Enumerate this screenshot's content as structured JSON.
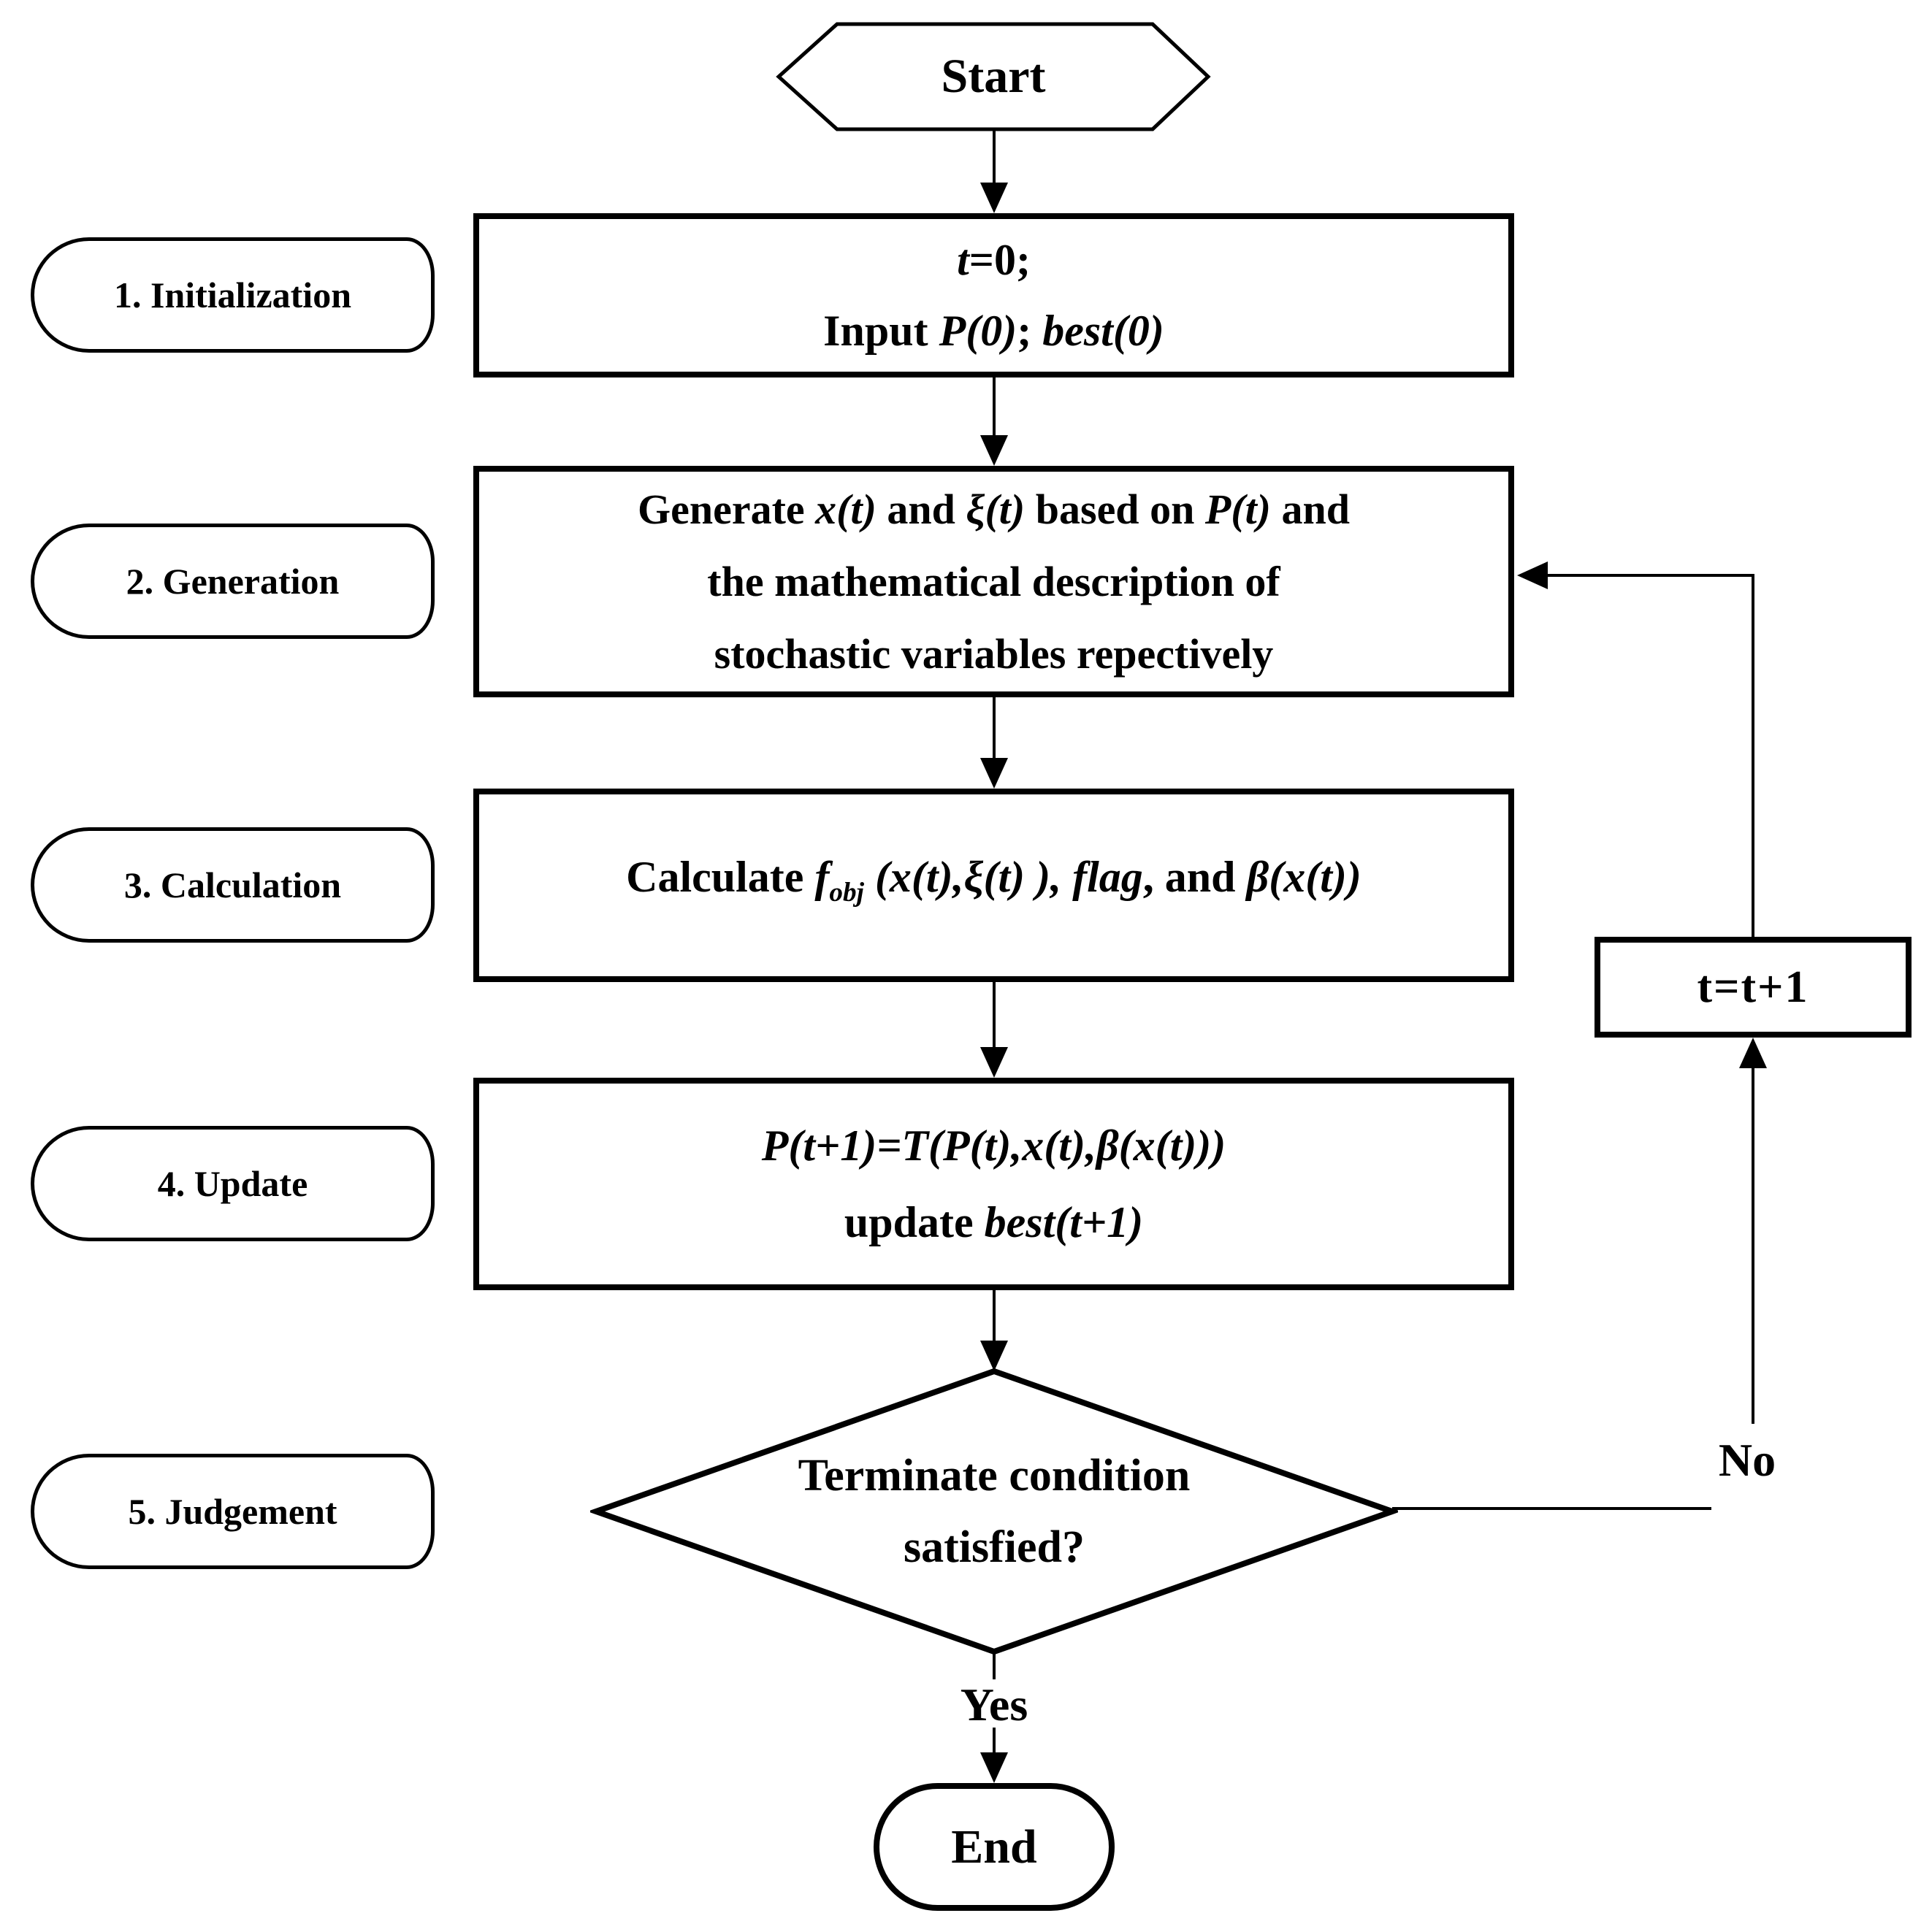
{
  "diagram": {
    "start_label": "Start",
    "end_label": "End",
    "yes_label": "Yes",
    "no_label": "No",
    "increment_label": "t=t+1",
    "line_color": "#000000",
    "background_color": "#ffffff",
    "step_labels": [
      "1. Initialization",
      "2. Generation",
      "3. Calculation",
      "4. Update",
      "5. Judgement"
    ],
    "box1": {
      "line1": [
        {
          "t": "t",
          "i": true
        },
        {
          "t": "=0;"
        }
      ],
      "line2": [
        {
          "t": "Input "
        },
        {
          "t": "P(0)",
          "i": true
        },
        {
          "t": "; "
        },
        {
          "t": "best(0)",
          "i": true
        }
      ]
    },
    "box2": {
      "line1": [
        {
          "t": "Generate "
        },
        {
          "t": "x(t)",
          "i": true
        },
        {
          "t": " and "
        },
        {
          "t": "ξ(t)",
          "i": true
        },
        {
          "t": " based on "
        },
        {
          "t": "P(t)",
          "i": true
        },
        {
          "t": " and"
        }
      ],
      "line2": [
        {
          "t": "the mathematical description of"
        }
      ],
      "line3": [
        {
          "t": "stochastic variables repectively"
        }
      ]
    },
    "box3": {
      "line1": [
        {
          "t": "Calculate "
        },
        {
          "t": "f",
          "i": true
        },
        {
          "t": "obj",
          "i": true,
          "sub": true
        },
        {
          "t": " (x(t),ξ(t) ), ",
          "i": true
        },
        {
          "t": "flag",
          "i": true
        },
        {
          "t": ", and "
        },
        {
          "t": "β(x(t))",
          "i": true
        }
      ]
    },
    "box4": {
      "line1": [
        {
          "t": "P(t+1)=T(P(t),x(t),β(x(t)))",
          "i": true
        }
      ],
      "line2": [
        {
          "t": "update "
        },
        {
          "t": "best(t+1)",
          "i": true
        }
      ]
    },
    "diamond": {
      "line1": "Terminate condition",
      "line2": "satisfied?"
    }
  }
}
